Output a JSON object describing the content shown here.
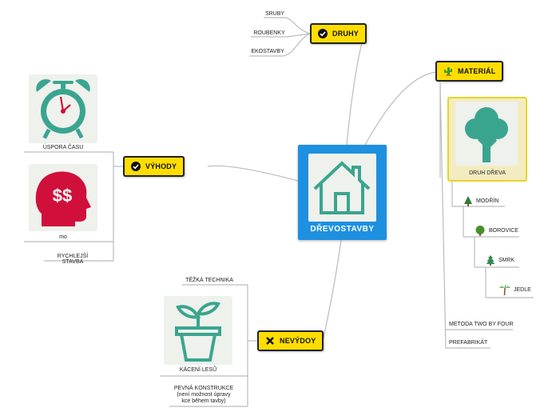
{
  "root": {
    "label": "DŘEVOSTAVBY"
  },
  "druhy": {
    "label": "DRUHY",
    "items": [
      "SRUBY",
      "ROUBENKY",
      "EKOSTAVBY"
    ]
  },
  "material": {
    "label": "MATERIÁL",
    "image_caption": "DRUH DŘEVA",
    "woods": [
      "MODŘÍN",
      "BOROVICE",
      "SMRK",
      "JEDLE"
    ],
    "methods": [
      "METODA TWO BY FOUR",
      "PREFABRIKÁT"
    ]
  },
  "vyhody": {
    "label": "VÝHODY",
    "items": [
      "ÚSPORA ČASU",
      "mo",
      "RYCHLEJŠÍ STAVBA"
    ]
  },
  "nevyhody": {
    "label": "NEVÝDOY",
    "items": [
      "TĚŽKÁ TECHNIKA",
      "KÁCENÍ LESŮ",
      "PEVNÁ KONSTRUKCE\n(není možnost úpravy\nkce během tavby)"
    ]
  },
  "colors": {
    "root": "#1e90e0",
    "tag": "#ffdd00",
    "icon_teal": "#3aa58f",
    "icon_red": "#d0103a",
    "line": "#b8bcc2",
    "image_border": "#e8d42a"
  },
  "icons": {
    "root": "house-icon",
    "druhy": "check-circle-icon",
    "material": "cactus-icon",
    "vyhody": "check-circle-icon",
    "nevyhody": "cross-icon",
    "spora": "alarm-clock-icon",
    "mo": "head-dollar-icon",
    "kaceni": "plant-pot-icon",
    "druh_dreva": "tree-icon",
    "modrin": "conifer-icon",
    "borovice": "deciduous-tree-icon",
    "smrk": "christmas-tree-icon",
    "jedle": "palm-tree-icon"
  }
}
